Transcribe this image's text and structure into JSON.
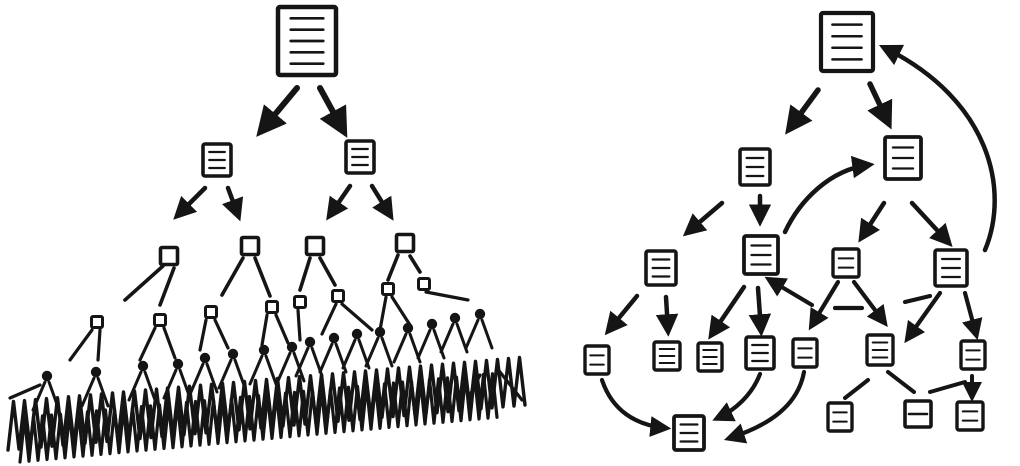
{
  "ink_color": "#151515",
  "background_color": "#ffffff",
  "panels": [
    {
      "id": "left",
      "description_kind": "branching-tree",
      "icon": "document-icon",
      "levels_shown": 5,
      "fan_out_base": true
    },
    {
      "id": "right",
      "description_kind": "interlinked-network",
      "icon": "document-icon",
      "has_back_links": true
    }
  ]
}
